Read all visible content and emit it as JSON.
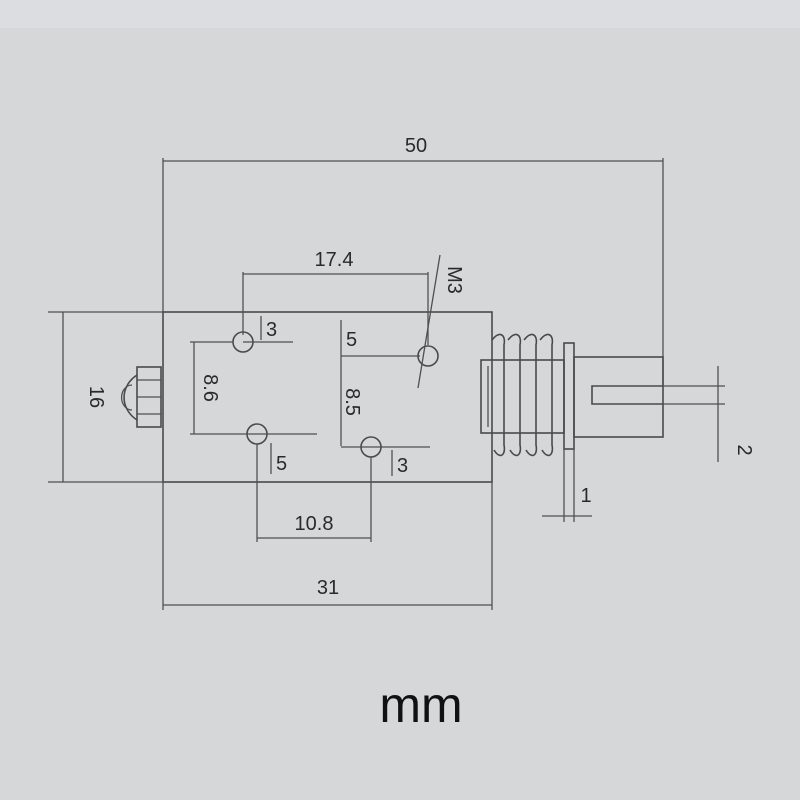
{
  "dimensions": {
    "overall_length": "50",
    "hole_spacing_top": "17.4",
    "thread": "M3",
    "hole_offset_top_left": "3",
    "hole_offset_5_top": "5",
    "hole_vertical_left": "8.6",
    "hole_vertical_right": "8.5",
    "hole_offset_5_bottom": "5",
    "hole_offset_3_bottom": "3",
    "hole_spacing_bottom": "10.8",
    "body_length": "31",
    "height": "16",
    "plunger_slot": "2",
    "washer_thickness": "1"
  },
  "unit_label": "mm",
  "colors": {
    "background": "#d6d7d9",
    "line": "#3a3a3c",
    "text": "#2a2a2c"
  }
}
